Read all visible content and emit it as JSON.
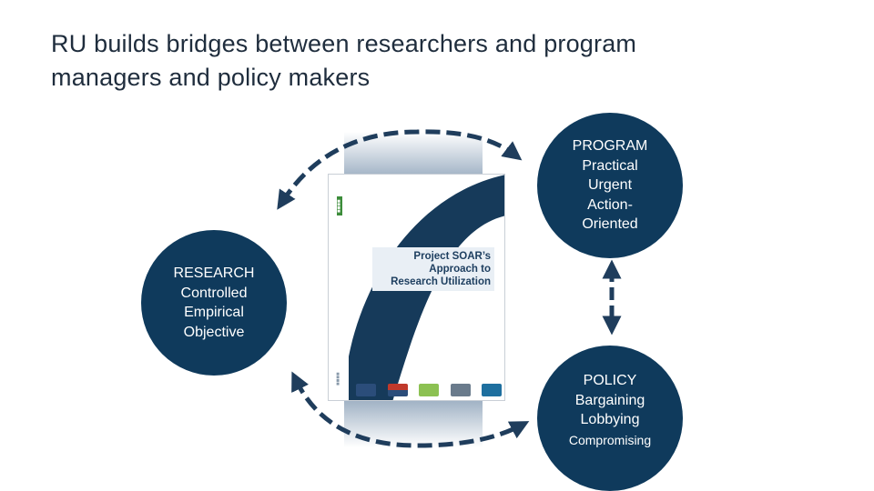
{
  "title": {
    "line1": "RU builds bridges between researchers and program",
    "line2": "managers and policy makers"
  },
  "diagram": {
    "program": {
      "lines": [
        "PROGRAM",
        "Practical",
        "Urgent",
        "Action-",
        "Oriented"
      ]
    },
    "research": {
      "lines": [
        "RESEARCH",
        "Controlled",
        "Empirical",
        "Objective"
      ]
    },
    "policy": {
      "lines": [
        "POLICY",
        "Bargaining",
        "Lobbying",
        "Compromising"
      ]
    },
    "cover": {
      "title_lines": [
        "Project SOAR’s",
        "Approach to",
        "Research Utilization"
      ],
      "colors": {
        "navy": "#0f3a5c",
        "cover_dark": "#163a5a",
        "accent_green": "#3c8c3a"
      }
    },
    "colors": {
      "circle": "#0f3a5c",
      "arrow": "#1f3d5c"
    }
  }
}
